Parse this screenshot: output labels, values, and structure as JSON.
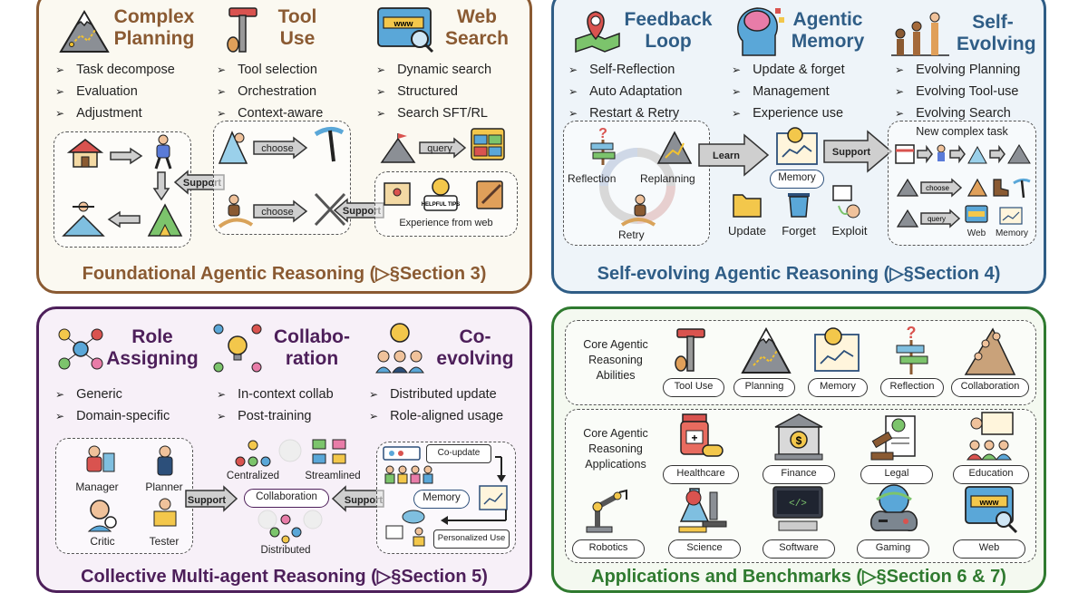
{
  "foundational": {
    "cards": [
      {
        "title": "Complex Planning",
        "bullets": [
          "Task decompose",
          "Evaluation",
          "Adjustment"
        ]
      },
      {
        "title": "Tool Use",
        "bullets": [
          "Tool selection",
          "Orchestration",
          "Context-aware"
        ]
      },
      {
        "title": "Web Search",
        "bullets": [
          "Dynamic search",
          "Structured",
          "Search SFT/RL"
        ]
      }
    ],
    "arrows": {
      "support1": "Support",
      "support2": "Support",
      "choose1": "choose",
      "choose2": "choose",
      "query": "query"
    },
    "experience_caption": "Experience from web",
    "tips_text": "HELPFUL TIPS",
    "footer": "Foundational Agentic Reasoning (▷§Section 3)"
  },
  "self_evolving": {
    "cards": [
      {
        "title": "Feedback Loop",
        "bullets": [
          "Self-Reflection",
          "Auto Adaptation",
          "Restart & Retry"
        ]
      },
      {
        "title": "Agentic Memory",
        "bullets": [
          "Update & forget",
          "Management",
          "Experience use"
        ]
      },
      {
        "title": "Self-Evolving",
        "bullets": [
          "Evolving Planning",
          "Evolving Tool-use",
          "Evolving Search"
        ]
      }
    ],
    "cycle_labels": [
      "Reflection",
      "Replanning",
      "Retry"
    ],
    "learn_label": "Learn",
    "support_label": "Support",
    "memory_label": "Memory",
    "memory_ops": [
      "Update",
      "Forget",
      "Exploit"
    ],
    "new_task_title": "New complex task",
    "mini": {
      "choose": "choose",
      "query": "query",
      "web": "Web",
      "memory": "Memory"
    },
    "footer": "Self-evolving Agentic Reasoning (▷§Section 4)"
  },
  "multi_agent": {
    "cards": [
      {
        "title": "Role Assigning",
        "bullets": [
          "Generic",
          "Domain-specific"
        ]
      },
      {
        "title": "Collabo-ration",
        "bullets": [
          "In-context collab",
          "Post-training"
        ]
      },
      {
        "title": "Co-evolving",
        "bullets": [
          "Distributed update",
          "Role-aligned usage"
        ]
      }
    ],
    "roles": [
      "Manager",
      "Planner",
      "Critic",
      "Tester"
    ],
    "support_left": "Support",
    "support_right": "Support",
    "collab_center": "Collaboration",
    "modes": [
      "Centralized",
      "Streamlined",
      "Distributed"
    ],
    "coevo": {
      "co_update": "Co-update",
      "memory": "Memory",
      "personalized": "Personalized Use"
    },
    "footer": "Collective Multi-agent Reasoning (▷§Section 5)"
  },
  "applications": {
    "abilities_label": "Core Agentic Reasoning Abilities",
    "abilities": [
      "Tool Use",
      "Planning",
      "Memory",
      "Reflection",
      "Collaboration"
    ],
    "apps_label": "Core Agentic Reasoning Applications",
    "apps_row1": [
      "Healthcare",
      "Finance",
      "Legal",
      "Education"
    ],
    "apps_row2": [
      "Robotics",
      "Science",
      "Software",
      "Gaming",
      "Web"
    ],
    "footer": "Applications and Benchmarks (▷§Section 6 & 7)"
  },
  "colors": {
    "foundational": "#8a5a32",
    "self_evolving": "#2f5d86",
    "multi_agent": "#4d1f5a",
    "applications": "#2f7a2f"
  }
}
